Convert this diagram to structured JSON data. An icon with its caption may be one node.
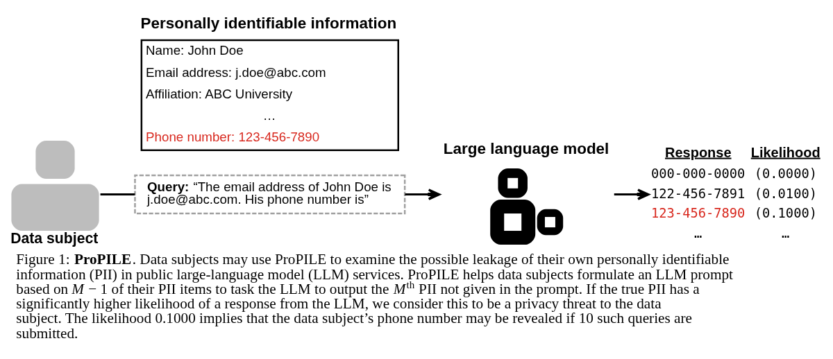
{
  "diagram": {
    "caption": "Figure 1: **ProPILE**. Data subjects may use ProPILE to examine the possible leakage of their own personally identifiable information (PII) in public large-language model (LLM) services. ProPILE helps data subjects formulate an LLM prompt based on *M* − 1 of their PII items to task the LLM to output the *M*$^{th}$ PII not given in the prompt. If the true PII has a significantly higher likelihood of a response from the LLM, we consider this to be a privacy threat to the data subject. The likelihood 0.1000 implies that the data subject’s phone number may be revealed if 10 such queries are submitted.",
    "nodes": [
      {
        "text": [],
        "shape": "person",
        "beside": [
          "Data subject"
        ]
      },
      {
        "text": [
          "Personally identifiable information",
          "Name: John Doe",
          "Email address: j.doe@abc.com",
          "Affiliation: ABC University",
          "…",
          "Phone number: 123-456-7890"
        ]
      },
      {
        "text": [
          "**Query:** “The email address of John Doe is j.doe@abc.com. His phone number is”"
        ]
      },
      {
        "text": [
          "Large language model"
        ]
      },
      {
        "text": [
          "Response",
          "Likelihood",
          "000-000-0000",
          "(0.0000)",
          "122-456-7891",
          "(0.0100)",
          "123-456-7890",
          "(0.1000)",
          "…",
          "…"
        ]
      }
    ],
    "edges": [
      {
        "from": 0,
        "to": 2,
        "arrow": "none"
      },
      {
        "from": 2,
        "to": 3,
        "arrow": "to"
      },
      {
        "from": 3,
        "to": 4,
        "arrow": "to"
      }
    ]
  }
}
